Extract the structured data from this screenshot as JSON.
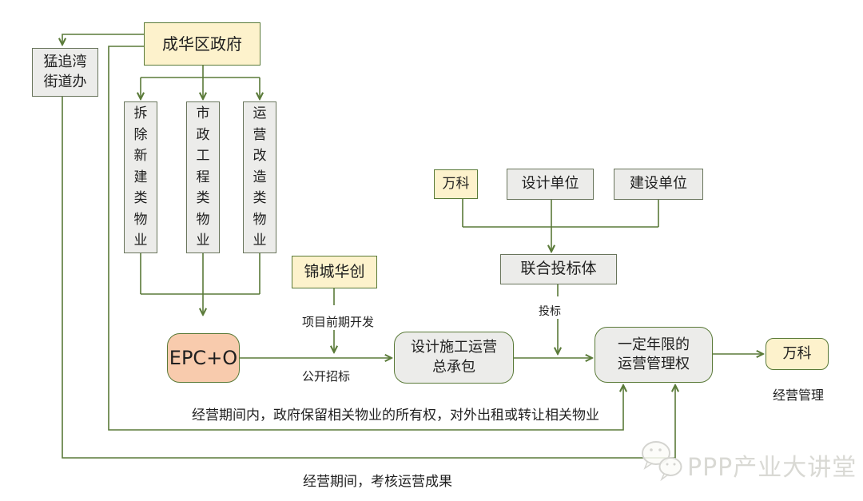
{
  "colors": {
    "line_green": "#5a7a38",
    "border_green": "#5a7a38",
    "gray_border": "#69755c",
    "yellow_fill": "#fdf2cc",
    "gray_fill": "#ececea",
    "salmon_fill": "#f8cbad",
    "text": "#1f1f1f",
    "watermark": "#d9d9d4"
  },
  "diagram": {
    "nodes": {
      "government": "成华区政府",
      "street_office": "猛追湾街道办",
      "property_demolition": "拆除新建类物业",
      "property_municipal": "市政工程类物业",
      "property_renovation": "运营改造类物业",
      "jincheng": "锦城华创",
      "epc": "EPC+O",
      "vanke_bidder": "万科",
      "design_unit": "设计单位",
      "construction_unit": "建设单位",
      "consortium": "联合投标体",
      "general_contract": "设计施工运营总承包",
      "operation_right": "一定年限的运营管理权",
      "vanke_operator": "万科"
    },
    "edge_labels": {
      "pre_development": "项目前期开发",
      "public_bidding": "公开招标",
      "bidding": "投标",
      "operation_management": "经营管理"
    },
    "annotations": {
      "ownership_note": "经营期间内，政府保留相关物业的所有权，对外出租或转让相关物业",
      "assessment_note": "经营期间，考核运营成果"
    },
    "watermark_text": "PPP产业大讲堂"
  }
}
